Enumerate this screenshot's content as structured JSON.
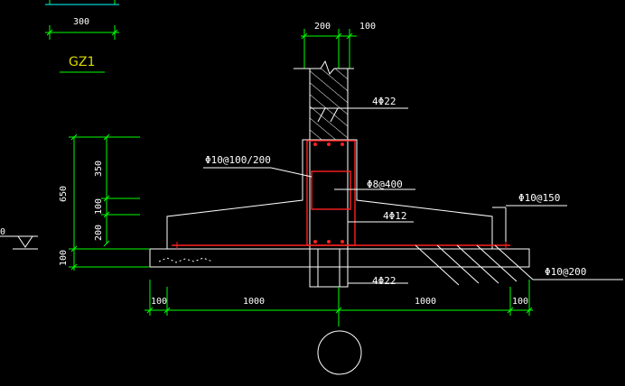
{
  "title": "GZ1",
  "dims": {
    "top_width": "300",
    "col_left": "200",
    "col_right": "100",
    "v650": "650",
    "v350": "350",
    "v100": "100",
    "v200": "200",
    "pad": "100",
    "b_left_edge": "100",
    "b_left": "1000",
    "b_right": "1000",
    "b_right_edge": "100",
    "elev_mark": "0"
  },
  "labels": {
    "top_bars": "4Φ22",
    "stirrup_main": "Φ10@100/200",
    "stirrup_inner": "Φ8@400",
    "mid_bars": "4Φ12",
    "slope_bars": "Φ10@150",
    "bottom_bars": "4Φ22",
    "slab_bars": "Φ10@200"
  },
  "colors": {
    "line": "#ffffff",
    "dimension": "#00ff00",
    "rebar": "#ff2020",
    "title": "#d8d800"
  }
}
